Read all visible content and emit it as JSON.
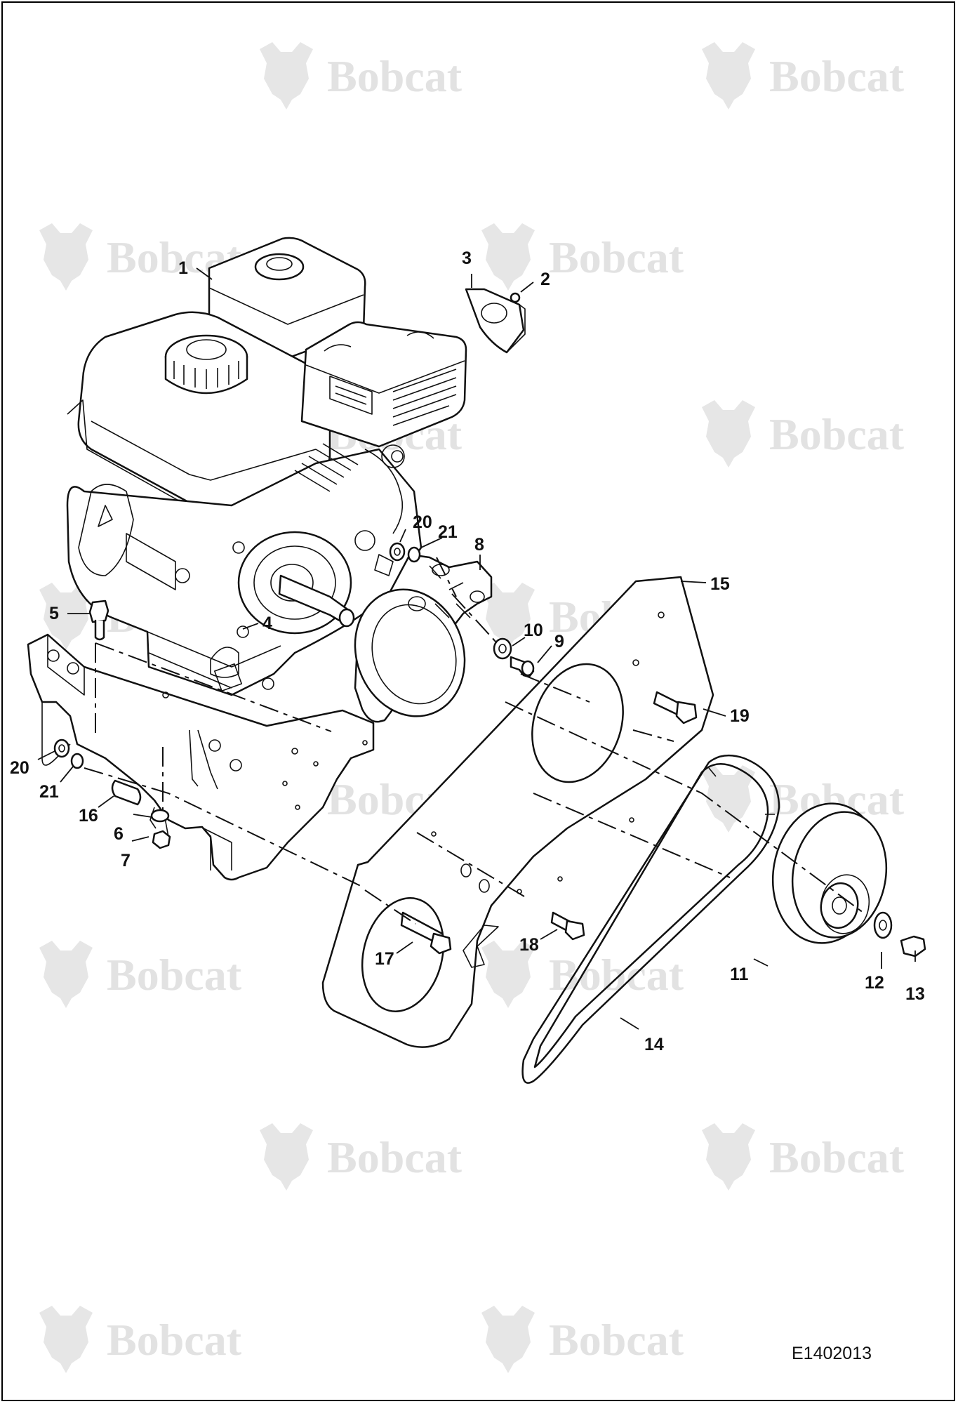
{
  "diagram": {
    "watermark_text": "Bobcat",
    "drawing_id": "E1402013",
    "callouts": [
      {
        "id": "1",
        "label": "1"
      },
      {
        "id": "2",
        "label": "2"
      },
      {
        "id": "3",
        "label": "3"
      },
      {
        "id": "4",
        "label": "4"
      },
      {
        "id": "5",
        "label": "5"
      },
      {
        "id": "6",
        "label": "6"
      },
      {
        "id": "7",
        "label": "7"
      },
      {
        "id": "8",
        "label": "8"
      },
      {
        "id": "9",
        "label": "9"
      },
      {
        "id": "10",
        "label": "10"
      },
      {
        "id": "11",
        "label": "11"
      },
      {
        "id": "12",
        "label": "12"
      },
      {
        "id": "13",
        "label": "13"
      },
      {
        "id": "14",
        "label": "14"
      },
      {
        "id": "15",
        "label": "15"
      },
      {
        "id": "16",
        "label": "16"
      },
      {
        "id": "17",
        "label": "17"
      },
      {
        "id": "18",
        "label": "18"
      },
      {
        "id": "19",
        "label": "19"
      },
      {
        "id": "20a",
        "label": "20"
      },
      {
        "id": "20b",
        "label": "20"
      },
      {
        "id": "21a",
        "label": "21"
      },
      {
        "id": "21b",
        "label": "21"
      }
    ]
  }
}
